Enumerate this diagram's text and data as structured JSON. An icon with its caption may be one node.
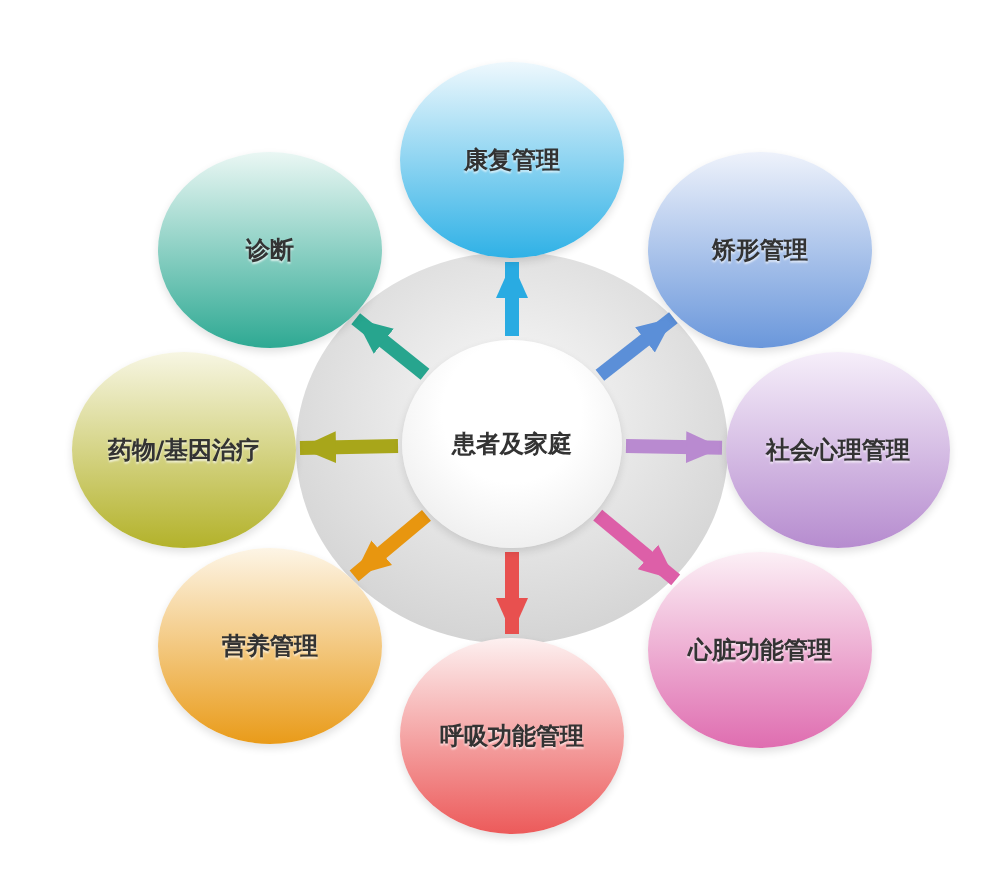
{
  "diagram": {
    "nodes": [
      {
        "text": [
          "患者及家庭"
        ]
      },
      {
        "text": [
          "康复管理"
        ]
      },
      {
        "text": [
          "矫形管理"
        ]
      },
      {
        "text": [
          "社会心理管理"
        ]
      },
      {
        "text": [
          "心脏功能管理"
        ]
      },
      {
        "text": [
          "呼吸功能管理"
        ]
      },
      {
        "text": [
          "营养管理"
        ]
      },
      {
        "text": [
          "药物/基因治疗"
        ]
      },
      {
        "text": [
          "诊断"
        ]
      }
    ],
    "edges": [
      {
        "from": 0,
        "to": 1,
        "arrow": "to",
        "color": "#29abe2"
      },
      {
        "from": 0,
        "to": 2,
        "arrow": "to",
        "color": "#5b8fd8"
      },
      {
        "from": 0,
        "to": 3,
        "arrow": "to",
        "color": "#b98ad0"
      },
      {
        "from": 0,
        "to": 4,
        "arrow": "to",
        "color": "#dd5fa8"
      },
      {
        "from": 0,
        "to": 5,
        "arrow": "to",
        "color": "#e8504f"
      },
      {
        "from": 0,
        "to": 6,
        "arrow": "to",
        "color": "#e8960f"
      },
      {
        "from": 0,
        "to": 7,
        "arrow": "to",
        "color": "#a8a61a"
      },
      {
        "from": 0,
        "to": 8,
        "arrow": "to",
        "color": "#27a58e"
      }
    ]
  }
}
